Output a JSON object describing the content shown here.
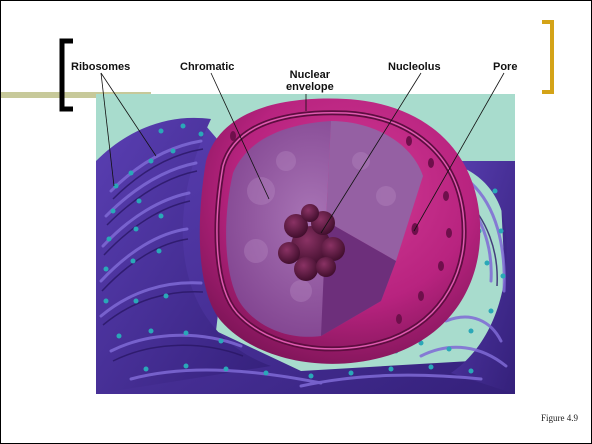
{
  "slide": {
    "figure_caption": "Figure 4.9"
  },
  "labels": {
    "ribosomes": "Ribosomes",
    "chromatic": "Chromatic",
    "nuclear_line1": "Nuclear",
    "nuclear_line2": "envelope",
    "nucleolus": "Nucleolus",
    "pore": "Pore"
  },
  "colors": {
    "bracket_left": "#000000",
    "bracket_right": "#d4a317",
    "accent_bar": "#c7c99a",
    "background_panel": "#a8dccd",
    "nucleus_outer": "#b8237f",
    "nucleus_inner": "#8a3d8e",
    "chromatin": "#9a5aa6",
    "nucleolus": "#5c1a40",
    "er": "#4b2e9e",
    "ribosome": "#2aa8b8"
  }
}
